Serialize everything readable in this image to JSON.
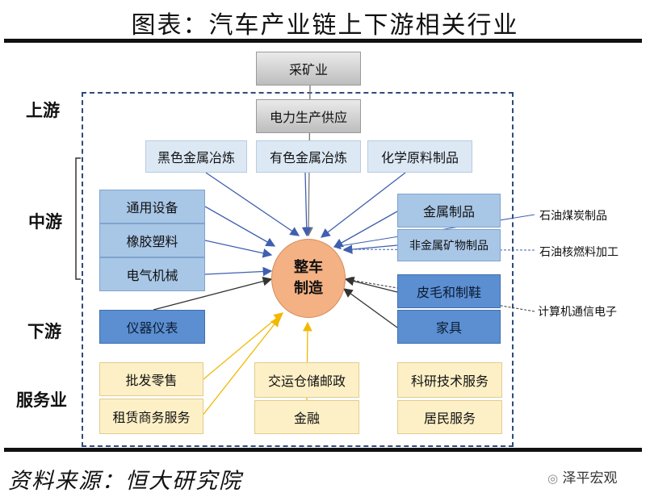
{
  "title": "图表：汽车产业链上下游相关行业",
  "center": {
    "line1": "整车",
    "line2": "制造"
  },
  "sections": {
    "upstream": "上游",
    "midstream": "中游",
    "downstream": "下游",
    "services": "服务业"
  },
  "top": {
    "mining": "采矿业",
    "power": "电力生产供应"
  },
  "upstream": {
    "ferrous": "黑色金属冶炼",
    "nonferrous": "有色金属冶炼",
    "chemical": "化学原料制品"
  },
  "mid_left": {
    "general_equipment": "通用设备",
    "rubber_plastic": "橡胶塑料",
    "electrical": "电气机械"
  },
  "mid_right": {
    "metal_products": "金属制品",
    "nonmetal_minerals": "非金属矿物制品"
  },
  "down_left": {
    "instruments": "仪器仪表"
  },
  "down_right": {
    "leather": "皮毛和制鞋",
    "furniture": "家具"
  },
  "services": {
    "wholesale_retail": "批发零售",
    "leasing": "租赁商务服务",
    "transport": "交运仓储邮政",
    "finance": "金融",
    "research": "科研技术服务",
    "resident": "居民服务"
  },
  "external": {
    "coal_petro": "石油煤炭制品",
    "petro_nuclear": "石油核燃料加工",
    "computer": "计算机通信电子"
  },
  "source": "资料来源：恒大研究院",
  "watermark": "泽平宏观",
  "colors": {
    "arrow_blue": "#3f5fb0",
    "arrow_gold": "#f2b800",
    "arrow_gray": "#777777",
    "dash": "#2e4a7a"
  }
}
